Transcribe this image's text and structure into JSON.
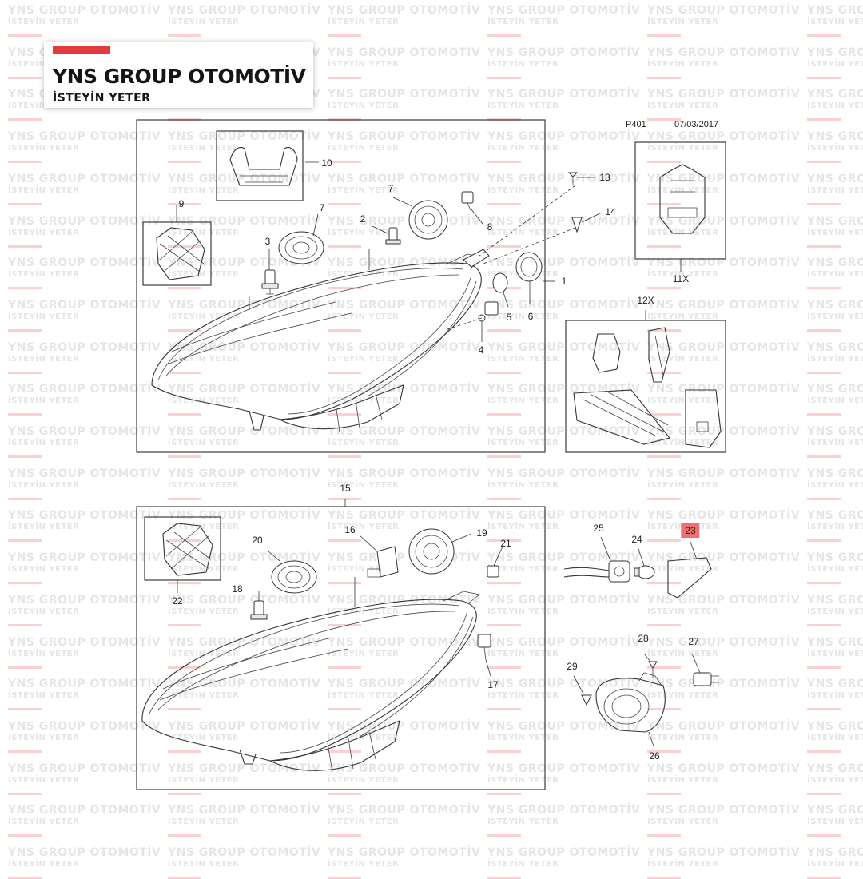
{
  "brand": {
    "name": "YNS GROUP OTOMOTİV",
    "tagline": "İSTEYİN YETER",
    "accent_color": "#e23b3b"
  },
  "watermark": {
    "line1": "YNS GROUP OTOMOTİV",
    "line2": "İSTEYİN YETER"
  },
  "diagram": {
    "code": "P401",
    "date": "07/03/2017",
    "highlight_color": "#ef6f74",
    "callouts": {
      "c1": "1",
      "c2": "2",
      "c3": "3",
      "c4": "4",
      "c5": "5",
      "c6": "6",
      "c7a": "7",
      "c7b": "7",
      "c8": "8",
      "c9": "9",
      "c10": "10",
      "c11x": "11X",
      "c12x": "12X",
      "c13": "13",
      "c14": "14",
      "c15": "15",
      "c16": "16",
      "c17": "17",
      "c18": "18",
      "c19": "19",
      "c20": "20",
      "c21": "21",
      "c22": "22",
      "c23": "23",
      "c24": "24",
      "c25": "25",
      "c26": "26",
      "c27": "27",
      "c28": "28",
      "c29": "29"
    }
  }
}
